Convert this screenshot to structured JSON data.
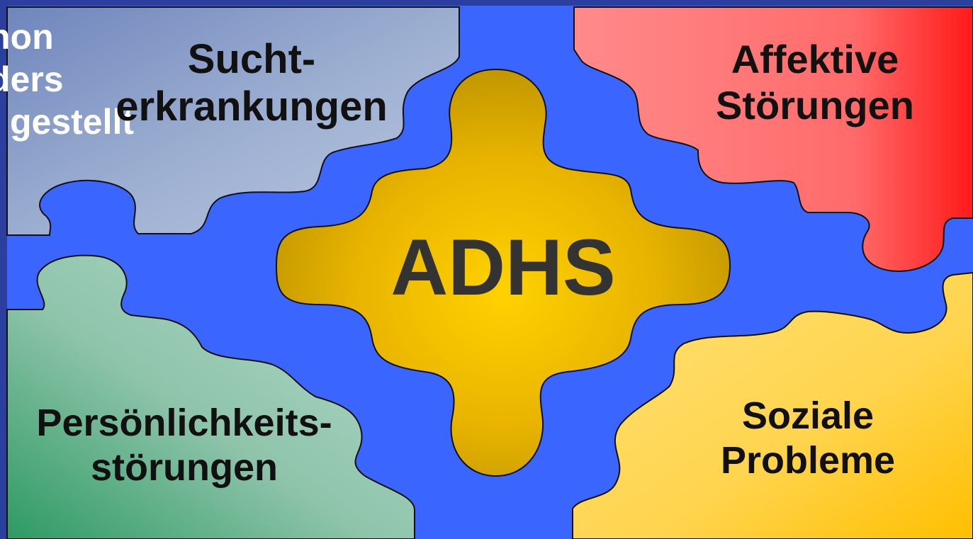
{
  "diagram": {
    "center": {
      "label": "ADHS"
    },
    "pieces": {
      "top_left": {
        "line1": "Sucht-",
        "line2": "erkrankungen"
      },
      "top_right": {
        "line1": "Affektive",
        "line2": "Störungen"
      },
      "bottom_left": {
        "line1": "Persönlichkeits-",
        "line2": "störungen"
      },
      "bottom_right": {
        "line1": "Soziale",
        "line2": "Probleme"
      }
    },
    "background_text": {
      "line1": "hon",
      "line2": "ders",
      "line3": "gestellt"
    }
  },
  "colors": {
    "frame": "#2b3f9e",
    "board": "#3a66ff",
    "top_left": "#9aaed0",
    "top_right": "#ff6a6a",
    "bottom_left": "#88c0a6",
    "bottom_right": "#ffcc33",
    "center": "#d9a800"
  }
}
